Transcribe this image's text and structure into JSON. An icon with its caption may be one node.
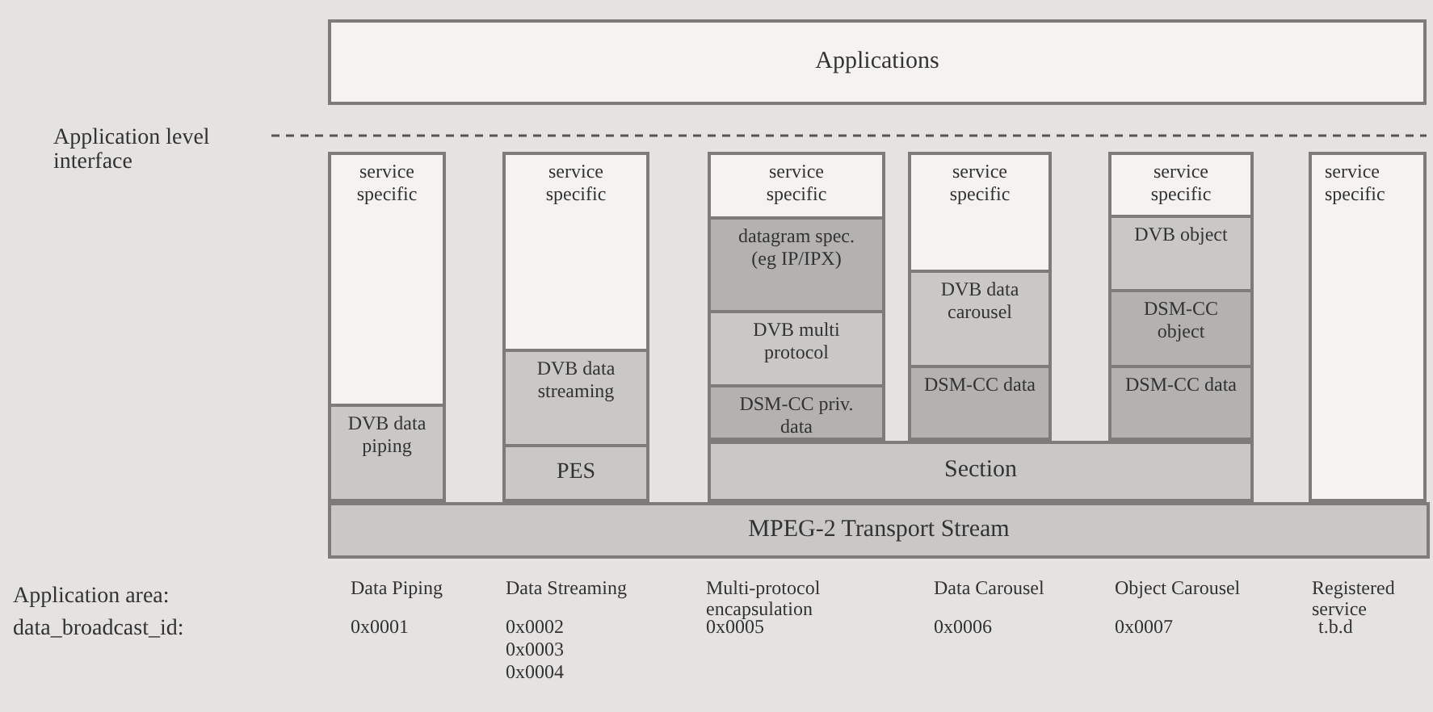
{
  "diagram": {
    "nodes": [
      {
        "text": [
          "Applications"
        ]
      },
      {
        "text": [
          "service specific"
        ]
      },
      {
        "text": [
          "DVB data piping"
        ],
        "in": 1
      },
      {
        "text": [
          "service specific"
        ]
      },
      {
        "text": [
          "DVB data streaming"
        ],
        "in": 3
      },
      {
        "text": [
          "PES"
        ],
        "in": 3
      },
      {
        "text": [
          "service specific"
        ]
      },
      {
        "text": [
          "datagram spec. (eg IP/IPX)"
        ],
        "in": 6
      },
      {
        "text": [
          "DVB multi protocol"
        ],
        "in": 6
      },
      {
        "text": [
          "DSM-CC priv. data"
        ],
        "in": 6
      },
      {
        "text": [
          "service specific"
        ]
      },
      {
        "text": [
          "DVB data carousel"
        ],
        "in": 10
      },
      {
        "text": [
          "DSM-CC data"
        ],
        "in": 10
      },
      {
        "text": [
          "service specific"
        ]
      },
      {
        "text": [
          "DVB object"
        ],
        "in": 13
      },
      {
        "text": [
          "DSM-CC object"
        ],
        "in": 13
      },
      {
        "text": [
          "DSM-CC data"
        ],
        "in": 13
      },
      {
        "text": [
          "Section"
        ]
      },
      {
        "text": [
          "service specific"
        ]
      },
      {
        "text": [
          "MPEG-2 Transport Stream"
        ]
      }
    ],
    "labels": [
      "Application level interface",
      "Application area:",
      "Data Piping",
      "Data Streaming",
      "Multi-protocol encapsulation",
      "Data Carousel",
      "Object Carousel",
      "Registered service",
      "data_broadcast_id:",
      "0x0001",
      "0x0002",
      "0x0003",
      "0x0004",
      "0x0005",
      "0x0006",
      "0x0007",
      "t.b.d"
    ]
  }
}
